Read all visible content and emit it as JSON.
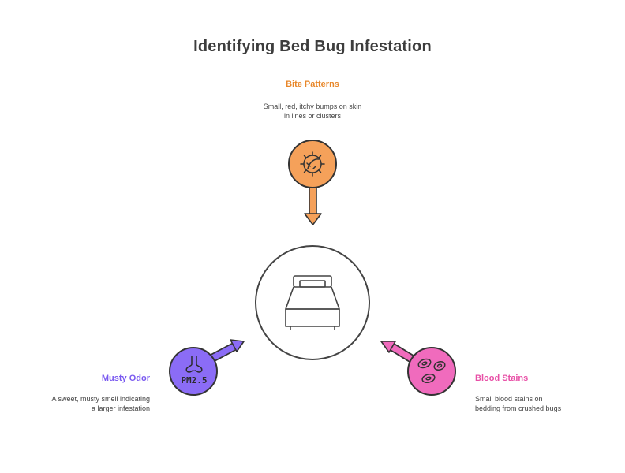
{
  "title": "Identifying Bed Bug Infestation",
  "center": {
    "icon": "bed-icon"
  },
  "nodes": {
    "bite": {
      "label": "Bite Patterns",
      "description": "Small, red, itchy bumps on skin in lines or clusters",
      "icon": "virus-bite-icon",
      "color": "#f5a15a",
      "label_color": "#e8872a"
    },
    "musty": {
      "label": "Musty Odor",
      "description": "A sweet, musty smell indicating a larger infestation",
      "icon": "nose-pm25-icon",
      "icon_text": "PM2.5",
      "color": "#8b6cf6",
      "label_color": "#7a5af0"
    },
    "blood": {
      "label": "Blood Stains",
      "description": "Small blood stains on bedding from crushed bugs",
      "icon": "blood-cells-icon",
      "color": "#f06bbd",
      "label_color": "#e84fa6"
    }
  }
}
